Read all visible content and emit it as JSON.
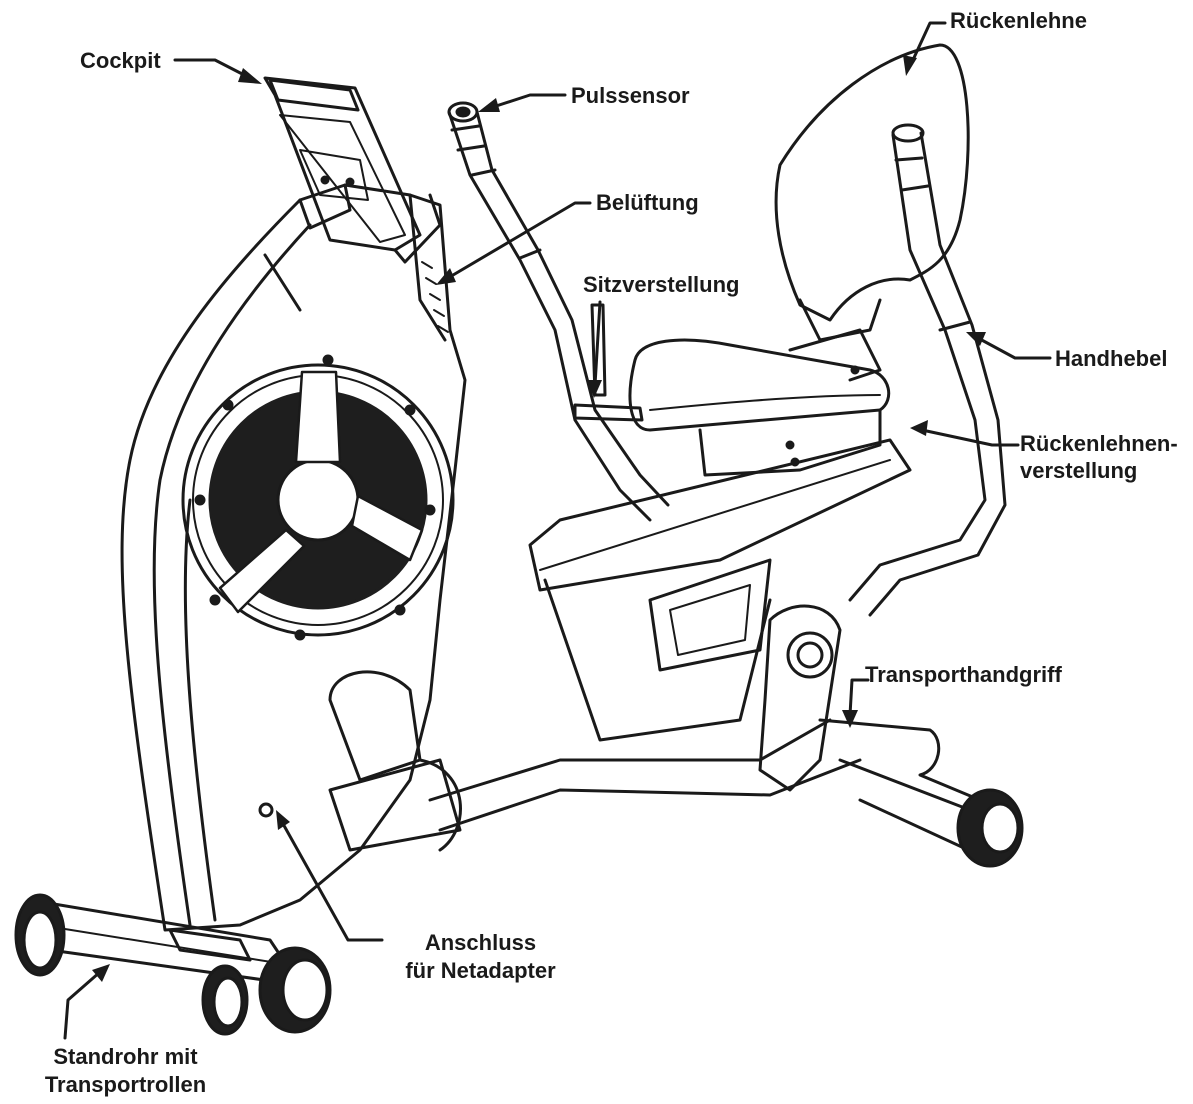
{
  "labels": {
    "cockpit": "Cockpit",
    "pulssensor": "Pulssensor",
    "rueckenlehne": "Rückenlehne",
    "belueftung": "Belüftung",
    "sitzverstellung": "Sitzverstellung",
    "handhebel": "Handhebel",
    "rueckenlehnenverstellung_1": "Rückenlehnen-",
    "rueckenlehnenverstellung_2": "verstellung",
    "transporthandgriff": "Transporthandgriff",
    "anschluss_1": "Anschluss",
    "anschluss_2": "für Netadapter",
    "standrohr_1": "Standrohr mit",
    "standrohr_2": "Transportrollen"
  },
  "colors": {
    "ink": "#1a1a1a",
    "fill_dark": "#1e1e1e",
    "background": "#ffffff"
  }
}
